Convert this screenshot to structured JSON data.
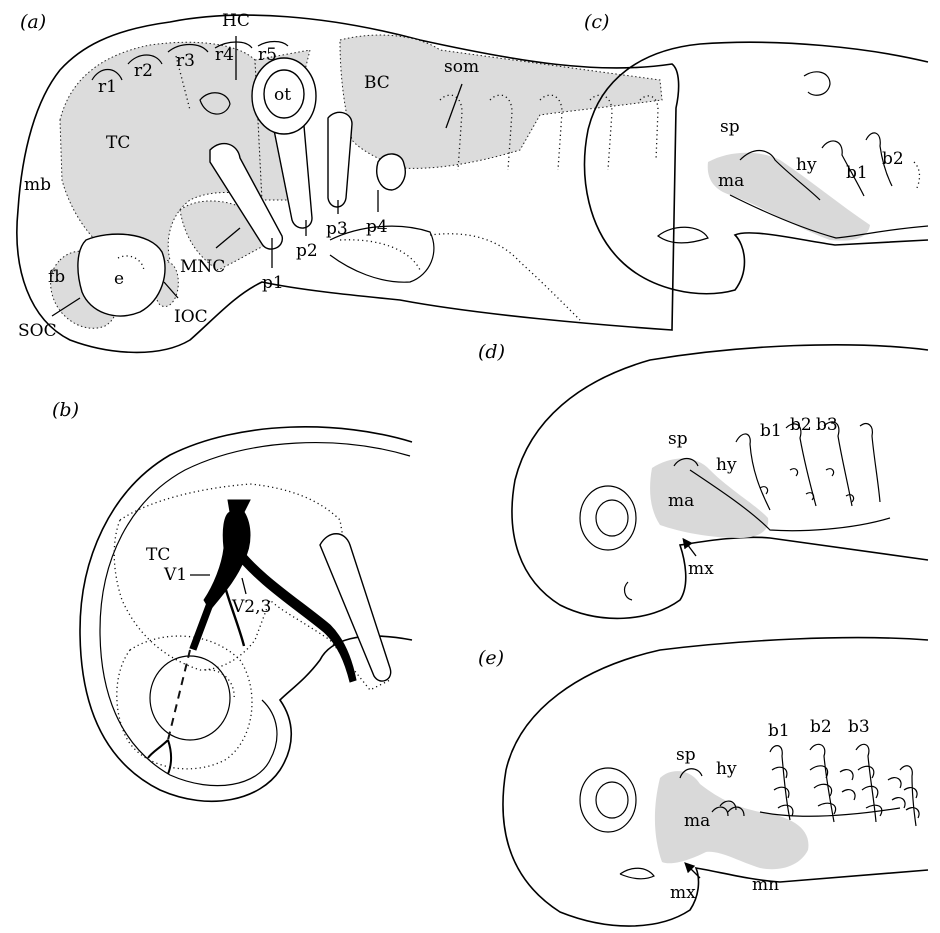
{
  "panels": {
    "a": {
      "label": "(a)",
      "labels": {
        "hc": "HC",
        "r1": "r1",
        "r2": "r2",
        "r3": "r3",
        "r4": "r4",
        "r5": "r5",
        "ot": "ot",
        "bc": "BC",
        "som": "som",
        "tc": "TC",
        "mb": "mb",
        "mnc": "MNC",
        "p1": "p1",
        "p2": "p2",
        "p3": "p3",
        "p4": "p4",
        "e": "e",
        "fb": "fb",
        "ioc": "IOC",
        "soc": "SOC"
      }
    },
    "b": {
      "label": "(b)",
      "labels": {
        "tc": "TC",
        "v1": "V1",
        "v23": "V2,3"
      }
    },
    "c": {
      "label": "(c)",
      "labels": {
        "sp": "sp",
        "ma": "ma",
        "hy": "hy",
        "b1": "b1",
        "b2": "b2"
      }
    },
    "d": {
      "label": "(d)",
      "labels": {
        "sp": "sp",
        "hy": "hy",
        "b1": "b1",
        "b2": "b2",
        "b3": "b3",
        "ma": "ma",
        "mx": "mx"
      }
    },
    "e": {
      "label": "(e)",
      "labels": {
        "sp": "sp",
        "hy": "hy",
        "b1": "b1",
        "b2": "b2",
        "b3": "b3",
        "ma": "ma",
        "mx": "mx",
        "mn": "mn"
      }
    }
  },
  "colors": {
    "line": "#000000",
    "shade": "#d9d9d9",
    "background": "#ffffff"
  }
}
